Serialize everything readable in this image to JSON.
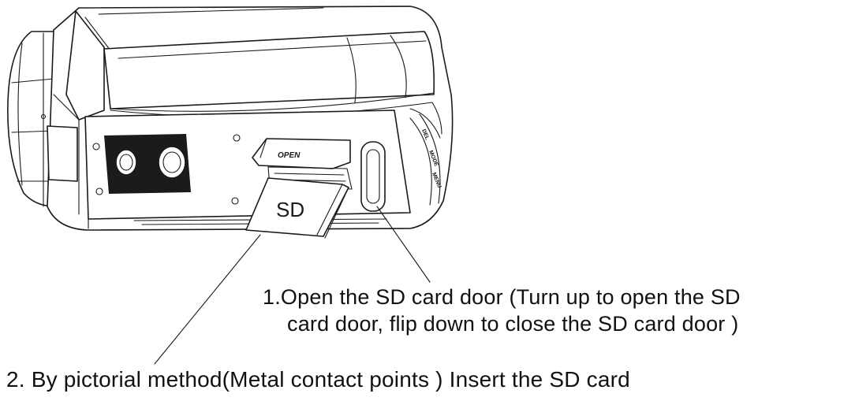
{
  "captions": {
    "step1_line1": "1.Open the SD card door (Turn up to open the SD",
    "step1_line2": "card door, flip down to close the SD card door )",
    "step2": "2.  By pictorial method(Metal contact points ) Insert the SD card"
  },
  "labels": {
    "sd_card": "SD",
    "door_label": "OPEN",
    "side_buttons": [
      "DEL",
      "MODE",
      "MENU"
    ]
  },
  "colors": {
    "ink": "#1a1a1a",
    "background": "#ffffff"
  }
}
